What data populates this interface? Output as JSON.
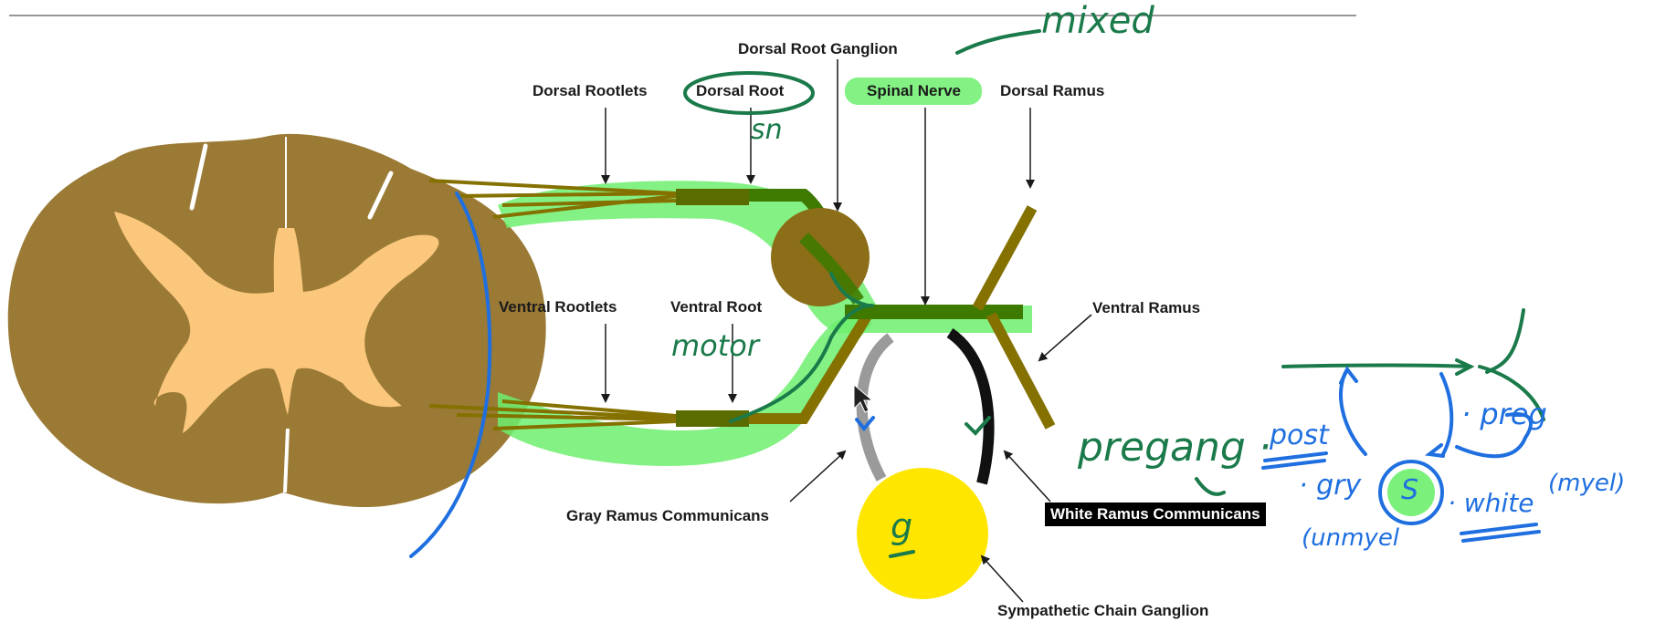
{
  "labels": {
    "dorsal_root_ganglion": "Dorsal Root Ganglion",
    "dorsal_rootlets": "Dorsal Rootlets",
    "dorsal_root": "Dorsal Root",
    "spinal_nerve": "Spinal Nerve",
    "dorsal_ramus": "Dorsal Ramus",
    "ventral_rootlets": "Ventral Rootlets",
    "ventral_root": "Ventral Root",
    "ventral_ramus": "Ventral Ramus",
    "gray_ramus": "Gray Ramus Communicans",
    "white_ramus": "White Ramus Communicans",
    "sympathetic_chain_ganglion": "Sympathetic Chain Ganglion"
  },
  "annotations": {
    "mixed": "mixed",
    "sn": "sn",
    "motor": "motor",
    "pregang": "pregang ·",
    "post": "post",
    "gray": "· gry",
    "unmyel": "(unmyel",
    "preg": "· preg",
    "white": "· white",
    "myel": "(myel)",
    "ganglion_s": "S",
    "g": "g"
  },
  "colors": {
    "cord_tissue": "#9a7a35",
    "gray_matter": "#fbc77d",
    "nerve": "#847100",
    "ganglion": "#8c6d18",
    "chain_ganglion": "#ffe600",
    "highlight": "#6dee6d",
    "ink_green": "#1a7a4a",
    "ink_blue": "#1f6fe0"
  }
}
